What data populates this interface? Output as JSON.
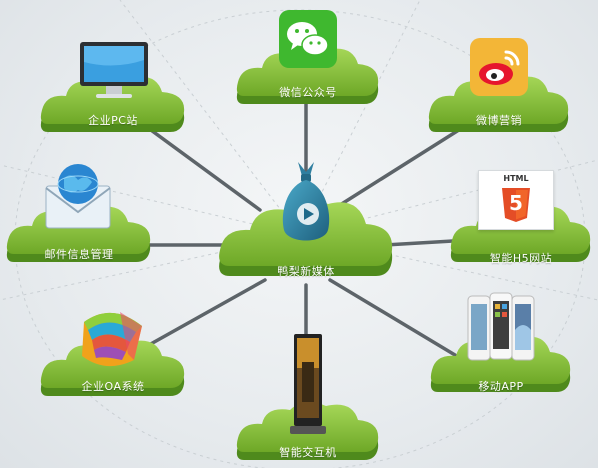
{
  "center": {
    "label": "鸭梨新媒体",
    "icon": "pear-bag-icon"
  },
  "nodes": [
    {
      "id": "pc",
      "label": "企业PC站",
      "icon": "monitor-icon"
    },
    {
      "id": "wechat",
      "label": "微信公众号",
      "icon": "wechat-icon"
    },
    {
      "id": "weibo",
      "label": "微博营销",
      "icon": "weibo-icon"
    },
    {
      "id": "email",
      "label": "邮件信息管理",
      "icon": "email-icon"
    },
    {
      "id": "h5",
      "label": "智能H5网站",
      "icon": "html5-icon",
      "badge_top": "HTML",
      "badge_num": "5"
    },
    {
      "id": "oa",
      "label": "企业OA系统",
      "icon": "oa-cube-icon"
    },
    {
      "id": "app",
      "label": "移动APP",
      "icon": "smartphones-icon"
    },
    {
      "id": "kiosk",
      "label": "智能交互机",
      "icon": "kiosk-icon"
    }
  ],
  "colors": {
    "cloud_top": "#9ad04a",
    "cloud_mid": "#7bb92f",
    "cloud_dark": "#4f8a1c",
    "connector": "#5d6469",
    "wechat": "#3fb82f",
    "weibo_bg": "#f3b637",
    "html5": "#e44d26"
  }
}
